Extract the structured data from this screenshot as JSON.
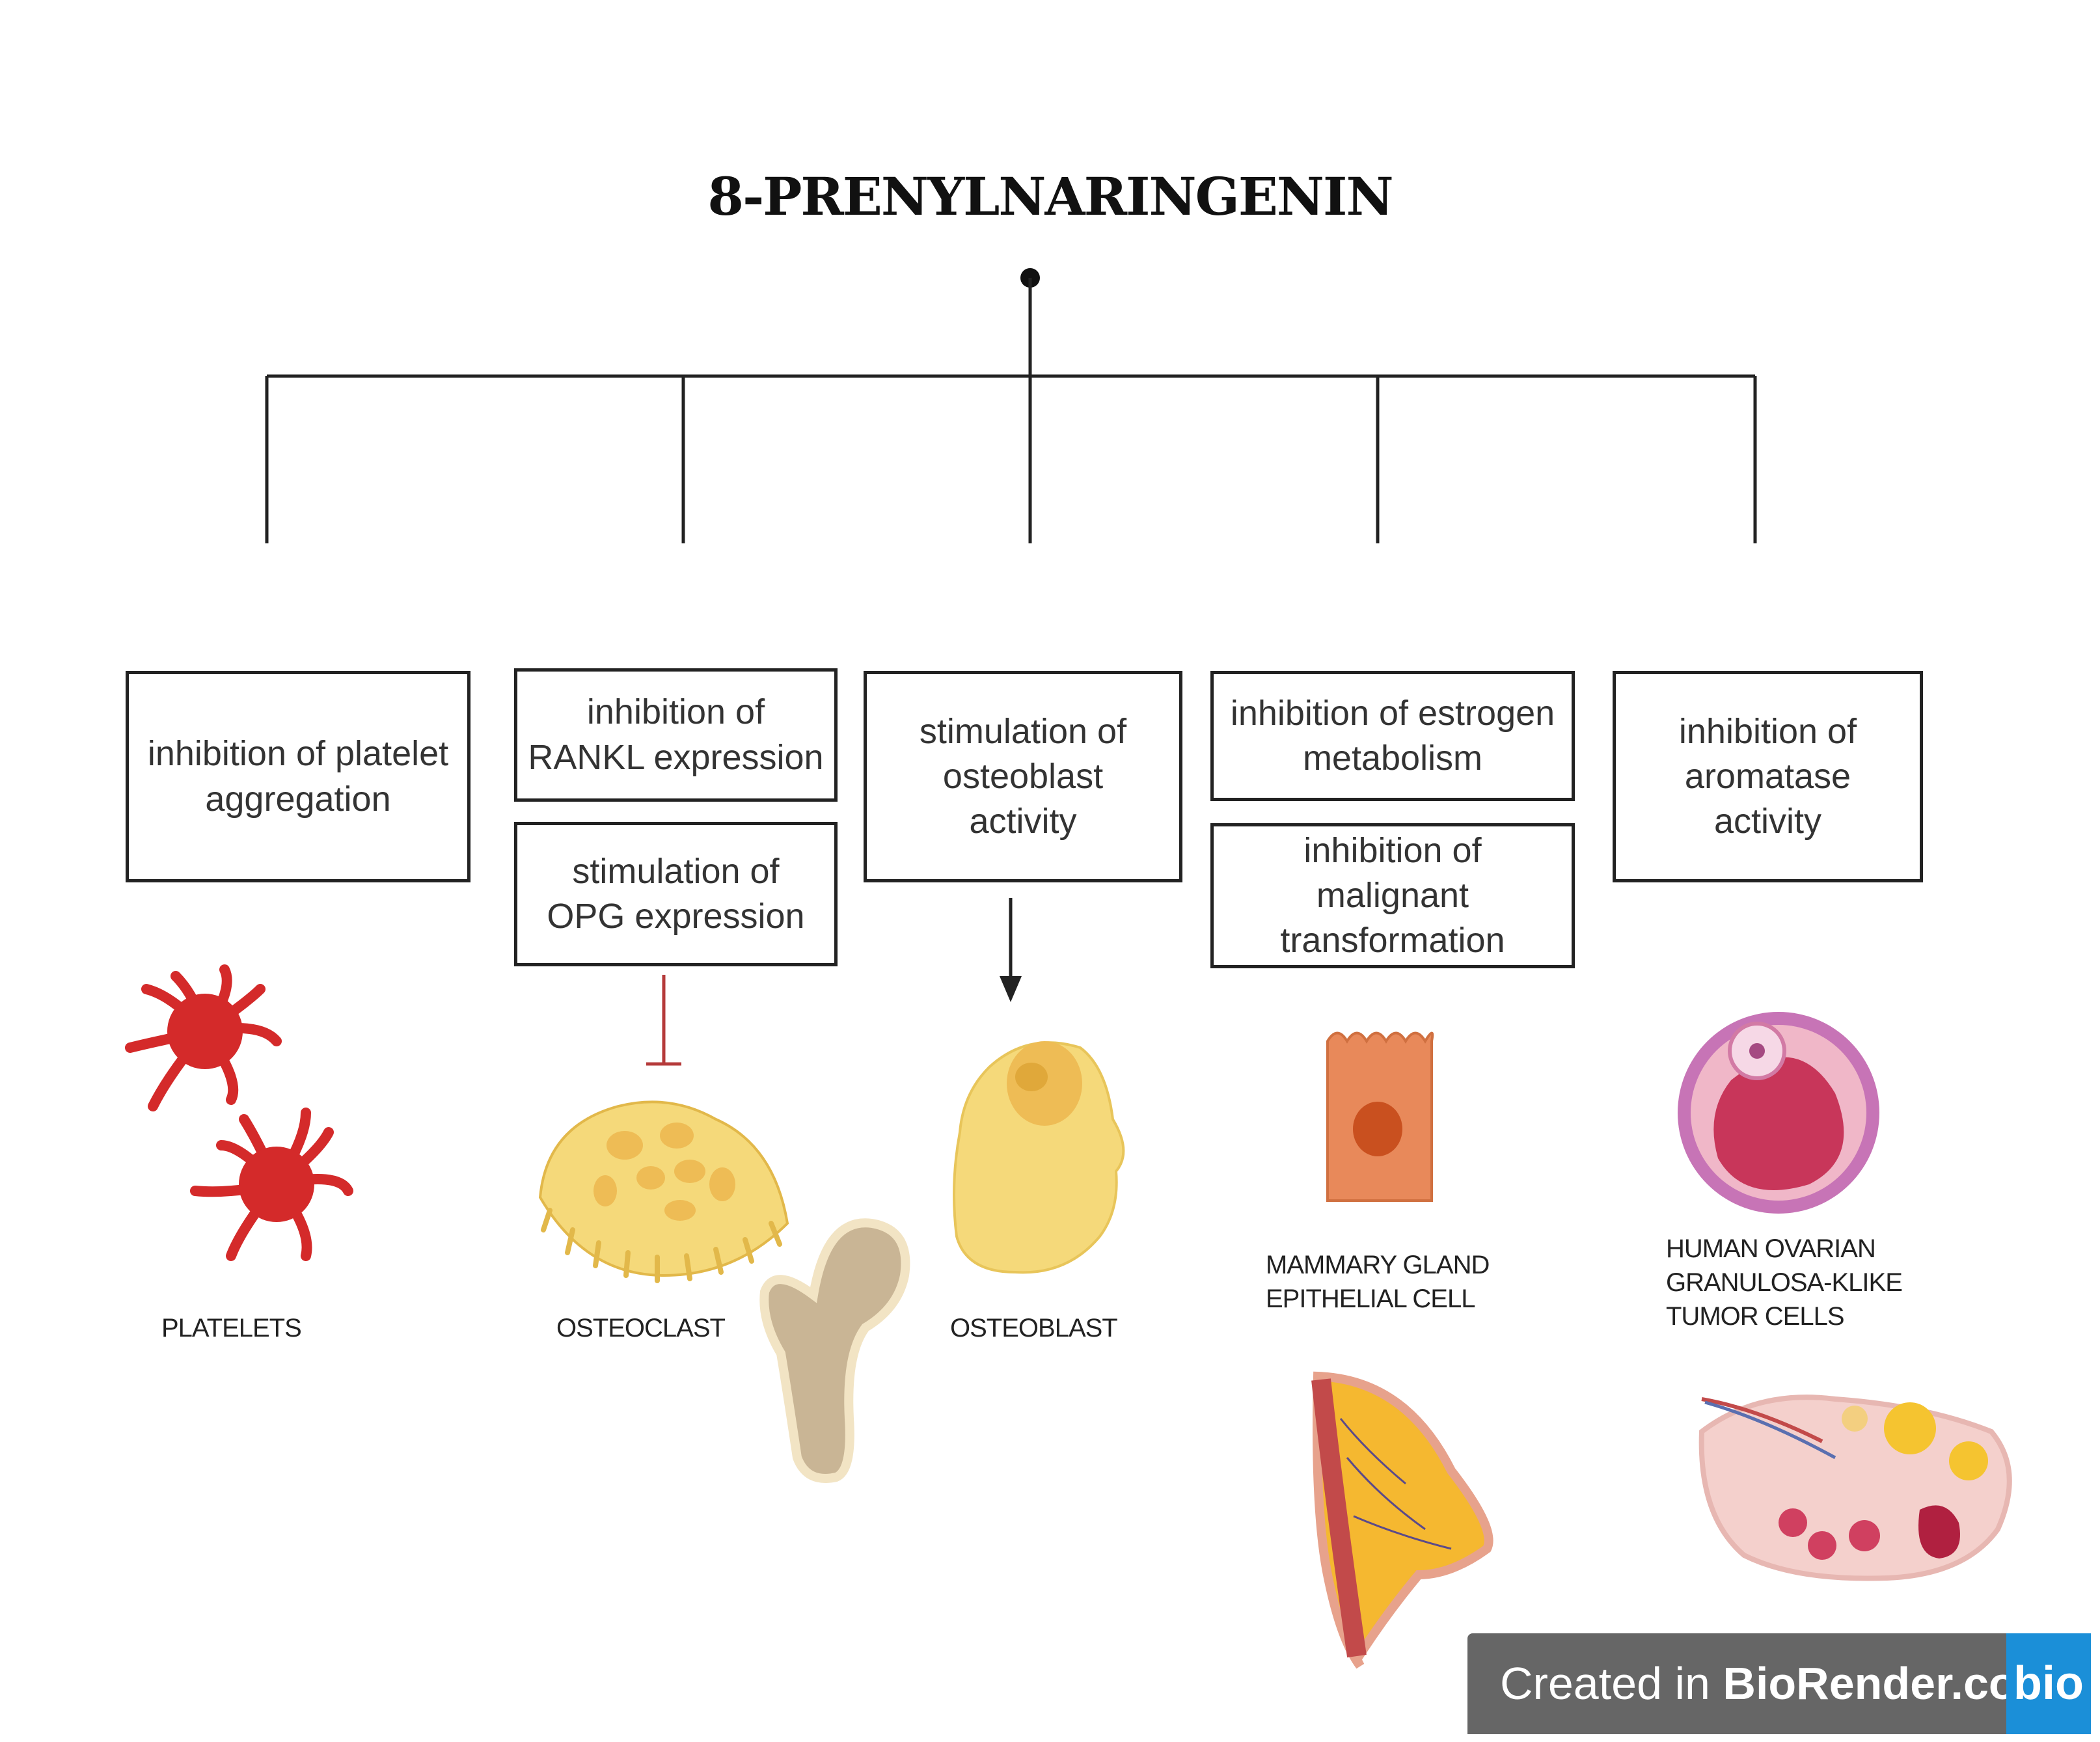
{
  "title": "8-PRENYLNARINGENIN",
  "effects": {
    "platelet": "inhibition of platelet\naggregation",
    "rankl": "inhibition of\nRANKL expression",
    "opg": "stimulation of\nOPG expression",
    "osteoblast": "stimulation of\nosteoblast\nactivity",
    "estrogen": "inhibition of estrogen\nmetabolism",
    "malignant": "inhibition of\nmalignant\ntransformation",
    "aromatase": "inhibition of\naromatase\nactivity"
  },
  "cells": {
    "platelets": "PLATELETS",
    "osteoclast": "OSTEOCLAST",
    "osteoblast": "OSTEOBLAST",
    "mammary": "MAMMARY GLAND\nEPITHELIAL CELL",
    "ovarian": "HUMAN OVARIAN\nGRANULOSA-KLIKE\nTUMOR CELLS"
  },
  "credit": {
    "prefix": "Created in ",
    "brand": "BioRender.com",
    "logo": "bio"
  },
  "colors": {
    "line": "#222222",
    "platelet": "#d42a2a",
    "bone_cell": "#f5d97a",
    "inhibit": "#b53a3a",
    "epithelial": "#e8895a",
    "ovum": "#c8365a"
  }
}
